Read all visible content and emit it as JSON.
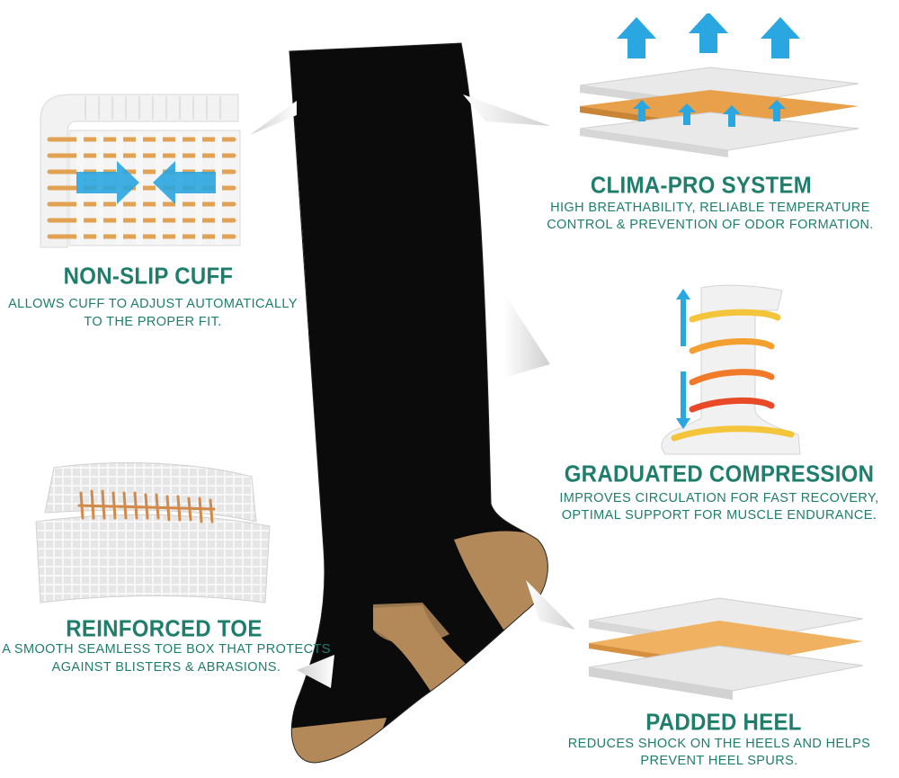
{
  "features": {
    "non_slip_cuff": {
      "title": "NON-SLIP CUFF",
      "line1": "ALLOWS CUFF TO ADJUST AUTOMATICALLY",
      "line2": "TO THE PROPER FIT."
    },
    "clima_pro": {
      "title": "CLIMA-PRO SYSTEM",
      "line1": "HIGH BREATHABILITY, RELIABLE TEMPERATURE",
      "line2": "CONTROL & PREVENTION OF ODOR FORMATION."
    },
    "graduated_compression": {
      "title": "GRADUATED COMPRESSION",
      "line1": "IMPROVES CIRCULATION FOR FAST RECOVERY,",
      "line2": "OPTIMAL SUPPORT FOR MUSCLE ENDURANCE."
    },
    "reinforced_toe": {
      "title": "REINFORCED TOE",
      "line1": "A SMOOTH SEAMLESS TOE BOX THAT PROTECTS",
      "line2": "AGAINST BLISTERS & ABRASIONS."
    },
    "padded_heel": {
      "title": "PADDED HEEL",
      "line1": "REDUCES SHOCK ON THE HEELS AND HELPS",
      "line2": "PREVENT HEEL SPURS."
    }
  },
  "colors": {
    "text_teal": "#1f7d6c",
    "sock_black": "#0b0b0b",
    "copper": "#b4895a",
    "arrow_blue": "#2aa6e0"
  },
  "icons": [
    "sock-illustration",
    "cuff-fabric-illustration",
    "layered-fabric-illustration",
    "compression-leg-illustration",
    "toe-fabric-illustration",
    "heel-fabric-illustration",
    "pointer-wedge"
  ]
}
